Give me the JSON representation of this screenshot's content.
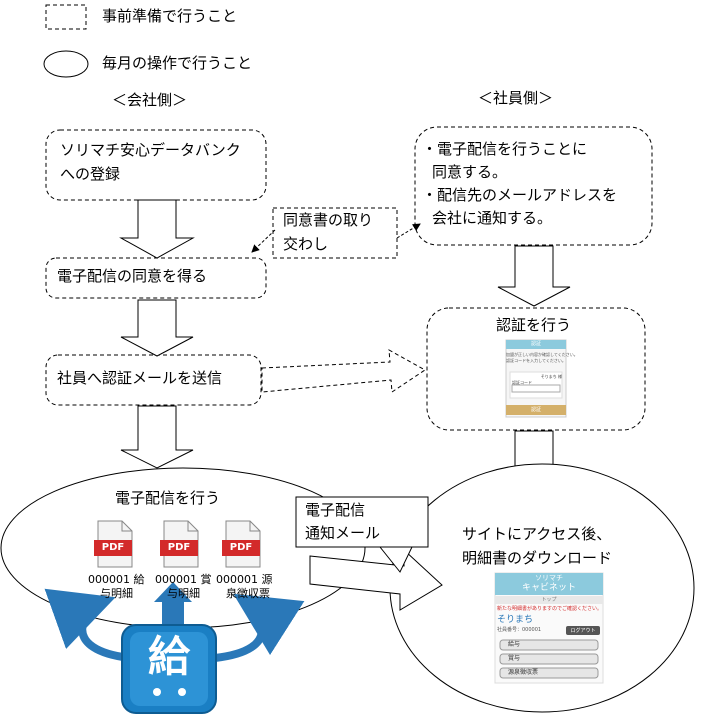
{
  "legend": {
    "preparation": "事前準備で行うこと",
    "monthly": "毎月の操作で行うこと"
  },
  "columns": {
    "company": "＜会社側＞",
    "employee": "＜社員側＞"
  },
  "company": {
    "register_line1": "ソリマチ安心データバンク",
    "register_line2": "への登録",
    "consent": "電子配信の同意を得る",
    "send_mail": "社員へ認証メールを送信",
    "deliver": "電子配信を行う"
  },
  "exchange": {
    "line1": "同意書の取り",
    "line2": "交わし"
  },
  "employee": {
    "agree_line1": "・電子配信を行うことに",
    "agree_line2": "同意する。",
    "notify_line1": "・配信先のメールアドレスを",
    "notify_line2": "会社に通知する。",
    "auth": "認証を行う",
    "download_line1": "サイトにアクセス後、",
    "download_line2": "明細書のダウンロード"
  },
  "notice": {
    "line1": "電子配信",
    "line2": "通知メール"
  },
  "pdf_files": [
    {
      "badge": "PDF",
      "line1": "000001 給",
      "line2": "与明細"
    },
    {
      "badge": "PDF",
      "line1": "000001 賞",
      "line2": "与明細"
    },
    {
      "badge": "PDF",
      "line1": "000001 源",
      "line2": "泉徴収票"
    }
  ],
  "app_icon": {
    "glyph": "給",
    "bg_color": "#1a7fc4",
    "arrow_color": "#2a78b8"
  },
  "auth_screen": {
    "title": "認証",
    "line1": "加盟が正しい内容か確認してください。",
    "line2": "認証コードを入力してください。",
    "name": "そりまち 様",
    "code_label": "認証コード",
    "button": "認証"
  },
  "portal_screen": {
    "title_line1": "ソリマチ",
    "title_line2": "キャビネット",
    "sub": "トップ",
    "notice": "新たな明細書がありますのでご確認ください。",
    "user": "そりまち",
    "user_sub": "社員番号：000001",
    "logout": "ログアウト",
    "menu": [
      "給与",
      "賞与",
      "源泉徴収票"
    ]
  },
  "colors": {
    "pdf_red": "#d32a2a",
    "portal_blue": "#8ccadd",
    "auth_gold": "#d4b06a"
  }
}
